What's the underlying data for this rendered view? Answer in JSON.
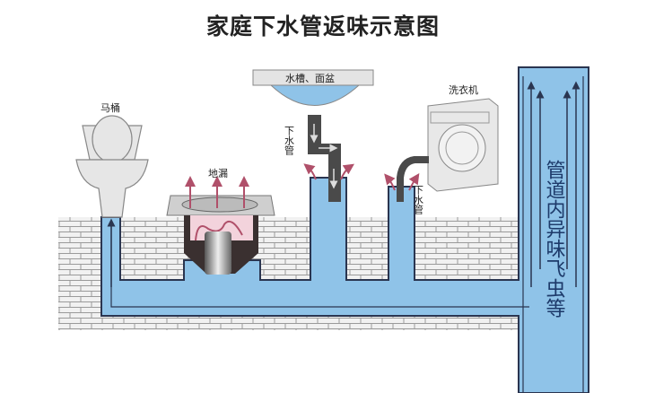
{
  "title": "家庭下水管返味示意图",
  "labels": {
    "toilet": "马桶",
    "floor_drain": "地漏",
    "sink": "水槽、面盆",
    "drain_pipe_1": "下水管",
    "washer": "洗衣机",
    "drain_pipe_2": "下水管",
    "main_pipe_note": "管道内异味飞虫等"
  },
  "colors": {
    "water": "#8fc3e8",
    "pipe_outline": "#2a3550",
    "odor_arrow": "#b0506a",
    "drain_pipe": "#4a4a4a"
  }
}
